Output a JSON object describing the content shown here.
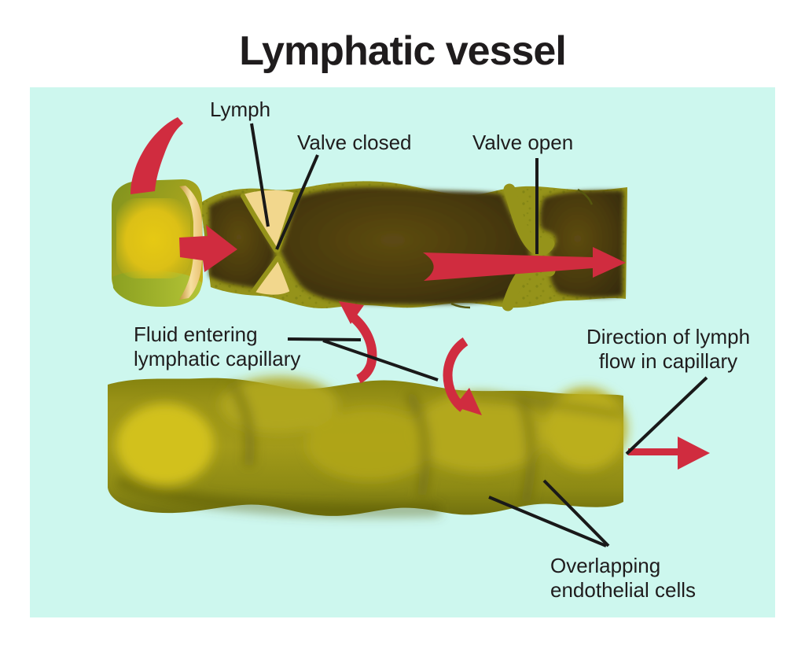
{
  "title": "Lymphatic vessel",
  "labels": {
    "lymph": "Lymph",
    "valve_closed": "Valve closed",
    "valve_open": "Valve open",
    "fluid_entering": {
      "line1": "Fluid entering",
      "line2": "lymphatic capillary"
    },
    "direction": {
      "line1": "Direction of lymph",
      "line2": "flow in capillary"
    },
    "overlapping": {
      "line1": "Overlapping",
      "line2": "endothelial cells"
    }
  },
  "colors": {
    "background": "#ffffff",
    "panel": "#cdf7ee",
    "text": "#1f1c1d",
    "pointer_line": "#191919",
    "arrow_red": "#d02c3f",
    "vessel_wall": "#95931a",
    "vessel_interior": "#4a3b0e",
    "valve_cream": "#f2d78d",
    "cap_yellow": "#ddc016",
    "capillary_olive": "#9a9317",
    "rim_cream": "#f7e0a0"
  }
}
